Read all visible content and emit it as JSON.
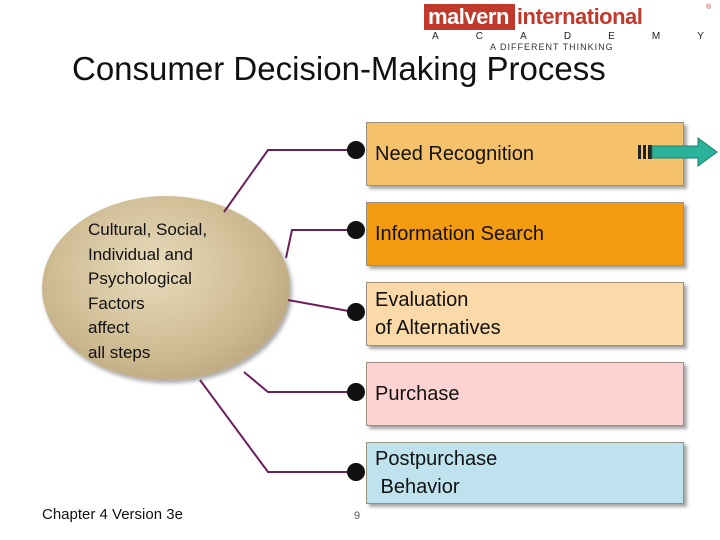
{
  "logo": {
    "left": "malvern",
    "right": "international",
    "registered": "®",
    "academy_letters": [
      "A",
      "C",
      "A",
      "D",
      "E",
      "M",
      "Y"
    ],
    "tagline": "A DIFFERENT THINKING"
  },
  "title": "Consumer Decision-Making Process",
  "factors": {
    "lines": [
      "Cultural, Social,",
      "Individual and",
      "Psychological",
      "Factors",
      "affect",
      "all steps"
    ]
  },
  "steps": [
    {
      "lines": [
        "Need Recognition"
      ],
      "color": "#f5c26b"
    },
    {
      "lines": [
        "Information Search"
      ],
      "color": "#f39c12"
    },
    {
      "lines": [
        "Evaluation",
        "of Alternatives"
      ],
      "color": "#fbd9a8"
    },
    {
      "lines": [
        "Purchase"
      ],
      "color": "#fcd3d1"
    },
    {
      "lines": [
        "Postpurchase",
        " Behavior"
      ],
      "color": "#bfe3ee"
    }
  ],
  "colors": {
    "connector": "#6b1f5a",
    "dot": "#111111",
    "arrow": "#2ab39a",
    "logo_red": "#c0392b"
  },
  "footer": "Chapter 4 Version 3e",
  "page_number": "9"
}
